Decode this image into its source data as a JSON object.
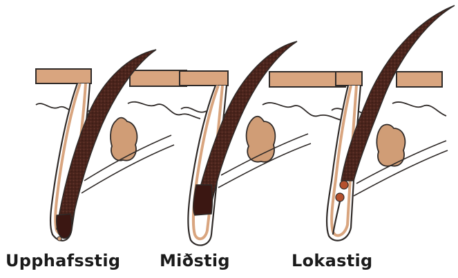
{
  "stages": [
    {
      "label": "Upphafsstig"
    },
    {
      "label": "Miðstig"
    },
    {
      "label": "Lokastig"
    }
  ],
  "colors": {
    "outline": "#2f2a28",
    "skin_band": "#d9a57f",
    "gland": "#d09d76",
    "hair": "#4a241c",
    "hair_texture": "#6b3a2e",
    "bulb_dark": "#3b1712",
    "club_beads": "#b4512e"
  }
}
